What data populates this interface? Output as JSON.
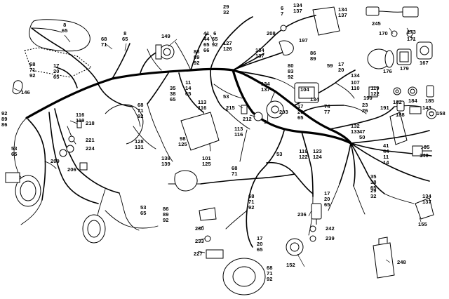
{
  "colors": {
    "ink": "#000000",
    "paper": "#ffffff"
  },
  "callouts": [
    {
      "id": "c-8-65",
      "text": "8\n65"
    },
    {
      "id": "c-68-71",
      "text": "68\n71"
    },
    {
      "id": "c-8-65b",
      "text": "8\n65"
    },
    {
      "id": "c-149",
      "text": "149"
    },
    {
      "id": "c-41-44-65-66",
      "text": "41\n44\n65\n66"
    },
    {
      "id": "c-6-65-92",
      "text": "6\n65\n92"
    },
    {
      "id": "c-127-126",
      "text": "127\n126"
    },
    {
      "id": "c-88-89-92",
      "text": "88\n89\n92"
    },
    {
      "id": "c-29-32",
      "text": "29\n32"
    },
    {
      "id": "c-6-7",
      "text": "6\n7"
    },
    {
      "id": "c-134-137",
      "text": "134\n137"
    },
    {
      "id": "c-134-137b",
      "text": "134\n137"
    },
    {
      "id": "c-245",
      "text": "245"
    },
    {
      "id": "c-170",
      "text": "170"
    },
    {
      "id": "c-173",
      "text": "173"
    },
    {
      "id": "c-171",
      "text": "171"
    },
    {
      "id": "c-208",
      "text": "208"
    },
    {
      "id": "c-197",
      "text": "197"
    },
    {
      "id": "c-134-137c",
      "text": "134\n137"
    },
    {
      "id": "c-86-89",
      "text": "86\n89"
    },
    {
      "id": "c-176",
      "text": "176"
    },
    {
      "id": "c-179",
      "text": "179"
    },
    {
      "id": "c-167",
      "text": "167"
    },
    {
      "id": "c-68-71-92",
      "text": "68\n71\n92"
    },
    {
      "id": "c-17-20-65",
      "text": "17\n20\n65"
    },
    {
      "id": "c-146",
      "text": "146"
    },
    {
      "id": "c-59",
      "text": "59"
    },
    {
      "id": "c-17-20",
      "text": "17\n20"
    },
    {
      "id": "c-134-137d",
      "text": "134\n137"
    },
    {
      "id": "c-80-83-92",
      "text": "80\n83\n92"
    },
    {
      "id": "c-134",
      "text": "134"
    },
    {
      "id": "c-107-110",
      "text": "107\n110"
    },
    {
      "id": "c-11-14-65",
      "text": "11\n14\n65"
    },
    {
      "id": "c-35-38-65",
      "text": "35\n38\n65"
    },
    {
      "id": "c-53",
      "text": "53"
    },
    {
      "id": "c-104",
      "text": "104"
    },
    {
      "id": "c-119-122",
      "text": "119\n122"
    },
    {
      "id": "c-182",
      "text": "182"
    },
    {
      "id": "c-184",
      "text": "184"
    },
    {
      "id": "c-185",
      "text": "185"
    },
    {
      "id": "c-190",
      "text": "190"
    },
    {
      "id": "c-188",
      "text": "188"
    },
    {
      "id": "c-191",
      "text": "191"
    },
    {
      "id": "c-68-71-92b",
      "text": "68\n71\n92"
    },
    {
      "id": "c-113-116",
      "text": "113\n116"
    },
    {
      "id": "c-215",
      "text": "215"
    },
    {
      "id": "c-212",
      "text": "212"
    },
    {
      "id": "c-5",
      "text": "5"
    },
    {
      "id": "c-134b",
      "text": "134"
    },
    {
      "id": "c-17-20-65b",
      "text": "17\n20\n65"
    },
    {
      "id": "c-74-77",
      "text": "74\n77"
    },
    {
      "id": "c-203",
      "text": "203"
    },
    {
      "id": "c-23-26",
      "text": "23\n26"
    },
    {
      "id": "c-143",
      "text": "143"
    },
    {
      "id": "c-158",
      "text": "158"
    },
    {
      "id": "c-92-89-86",
      "text": "92\n89\n86"
    },
    {
      "id": "c-116-119",
      "text": "116\n119"
    },
    {
      "id": "c-218",
      "text": "218"
    },
    {
      "id": "c-113-116b",
      "text": "113\n116"
    },
    {
      "id": "c-132-133",
      "text": "132\n133"
    },
    {
      "id": "c-47-50",
      "text": "47\n50"
    },
    {
      "id": "c-53-65",
      "text": "53\n65"
    },
    {
      "id": "c-221",
      "text": "221"
    },
    {
      "id": "c-224",
      "text": "224"
    },
    {
      "id": "c-98-125",
      "text": "98\n125"
    },
    {
      "id": "c-128-131",
      "text": "128\n131"
    },
    {
      "id": "c-41-44-11-14",
      "text": "41\n44\n11\n14"
    },
    {
      "id": "c-95",
      "text": "95"
    },
    {
      "id": "c-140",
      "text": "140"
    },
    {
      "id": "c-209",
      "text": "209"
    },
    {
      "id": "c-206",
      "text": "206"
    },
    {
      "id": "c-138-139",
      "text": "138\n139"
    },
    {
      "id": "c-101-125",
      "text": "101\n125"
    },
    {
      "id": "c-53b",
      "text": "53"
    },
    {
      "id": "c-119-122b",
      "text": "119\n122"
    },
    {
      "id": "c-123-124",
      "text": "123\n124"
    },
    {
      "id": "c-68-71",
      "text": "68\n71"
    },
    {
      "id": "c-35-38-65b",
      "text": "35\n38\n65"
    },
    {
      "id": "c-29-32b",
      "text": "29\n32"
    },
    {
      "id": "c-134-137e",
      "text": "134\n137"
    },
    {
      "id": "c-68-71-92c",
      "text": "68\n71\n92"
    },
    {
      "id": "c-17-20-65c",
      "text": "17\n20\n65"
    },
    {
      "id": "c-53-65b",
      "text": "53\n65"
    },
    {
      "id": "c-86-89-92",
      "text": "86\n89\n92"
    },
    {
      "id": "c-236",
      "text": "236"
    },
    {
      "id": "c-230",
      "text": "230"
    },
    {
      "id": "c-233",
      "text": "233"
    },
    {
      "id": "c-227",
      "text": "227"
    },
    {
      "id": "c-242",
      "text": "242"
    },
    {
      "id": "c-239",
      "text": "239"
    },
    {
      "id": "c-155",
      "text": "155"
    },
    {
      "id": "c-17-20-65d",
      "text": "17\n20\n65"
    },
    {
      "id": "c-152",
      "text": "152"
    },
    {
      "id": "c-68-71-92d",
      "text": "68\n71\n92"
    },
    {
      "id": "c-248",
      "text": "248"
    }
  ]
}
